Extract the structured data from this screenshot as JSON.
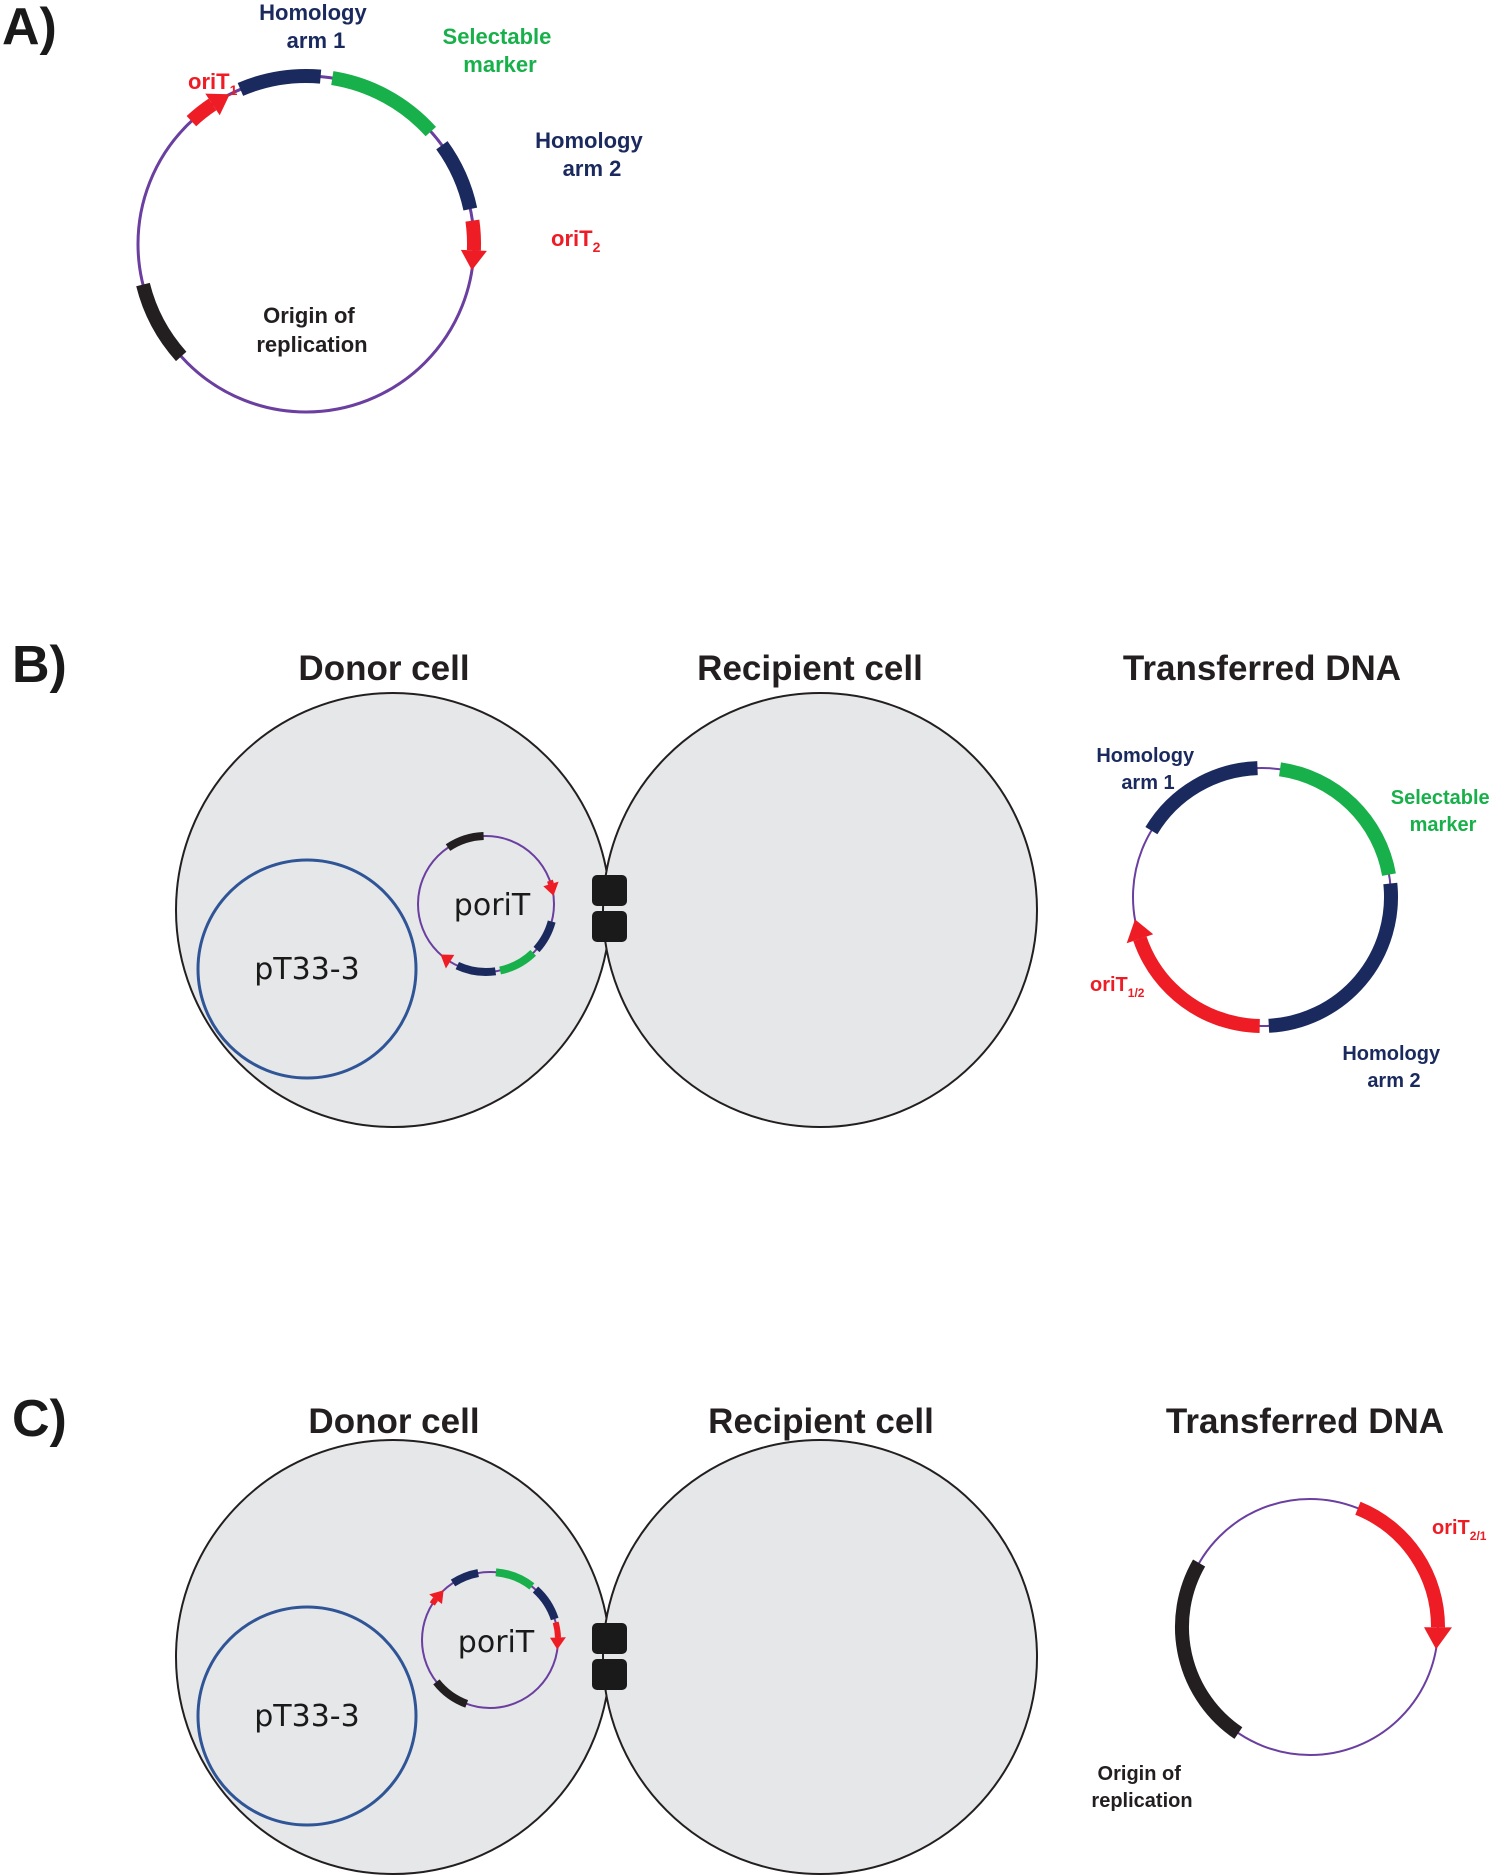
{
  "panel_a": {
    "label": "A)",
    "homology_arm_1": [
      "Homology",
      "arm 1"
    ],
    "selectable_marker": [
      "Selectable",
      "marker"
    ],
    "homology_arm_2": [
      "Homology",
      "arm 2"
    ],
    "orit1": {
      "main": "oriT",
      "sub": "1"
    },
    "orit2": {
      "main": "oriT",
      "sub": "2"
    },
    "origin": [
      "Origin of",
      "replication"
    ]
  },
  "panel_b": {
    "label": "B)",
    "donor_title": "Donor cell",
    "recipient_title": "Recipient cell",
    "transferred_title": "Transferred DNA",
    "pt33": "pT33-3",
    "porit": "poriT",
    "homology_arm_1": [
      "Homology",
      "arm 1"
    ],
    "selectable_marker": [
      "Selectable",
      "marker"
    ],
    "homology_arm_2": [
      "Homology",
      "arm 2"
    ],
    "orit": {
      "main": "oriT",
      "sub": "1/2"
    }
  },
  "panel_c": {
    "label": "C)",
    "donor_title": "Donor cell",
    "recipient_title": "Recipient cell",
    "transferred_title": "Transferred DNA",
    "pt33": "pT33-3",
    "porit": "poriT",
    "orit": {
      "main": "oriT",
      "sub": "2/1"
    },
    "origin": [
      "Origin of",
      "replication"
    ]
  },
  "colors": {
    "backbone": "#6a3fa0",
    "homology": "#1b2a5e",
    "marker": "#18b04a",
    "orit": "#ee1c24",
    "origin": "#231f20",
    "cell_fill": "#e6e7e8",
    "pt33": "#2f5597"
  }
}
